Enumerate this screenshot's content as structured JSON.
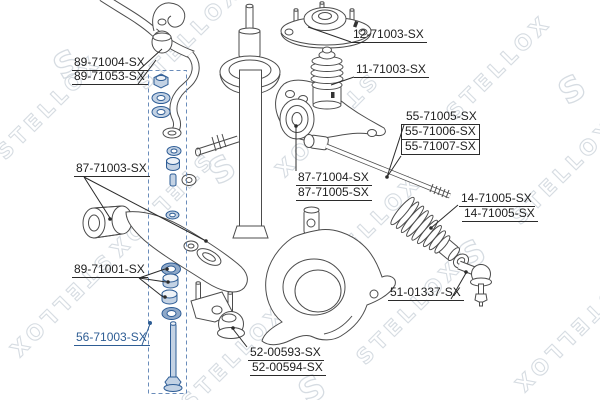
{
  "watermark": {
    "text": "STELLOX",
    "logo_letter": "S"
  },
  "colors": {
    "link_highlight": "#2e5d94",
    "highlight_fill": "#c3d2e4",
    "label_text": "#1f1f1f",
    "drawing_line": "#4c4c4c",
    "watermark_outline": "#cfd6dd"
  },
  "labels": {
    "p89_71004": "89-71004-SX",
    "p89_71053": "89-71053-SX",
    "p12_71003": "12-71003-SX",
    "p11_71003": "11-71003-SX",
    "p55_71005": "55-71005-SX",
    "p55_71006": "55-71006-SX",
    "p55_71007": "55-71007-SX",
    "p87_71003": "87-71003-SX",
    "p87_71004": "87-71004-SX",
    "p87_71005": "87-71005-SX",
    "p14_71005_a": "14-71005-SX",
    "p14_71005_b": "14-71005-SX",
    "p89_71001": "89-71001-SX",
    "p51_01337": "51-01337-SX",
    "p56_71003": "56-71003-SX",
    "p52_00593": "52-00593-SX",
    "p52_00594": "52-00594-SX"
  }
}
